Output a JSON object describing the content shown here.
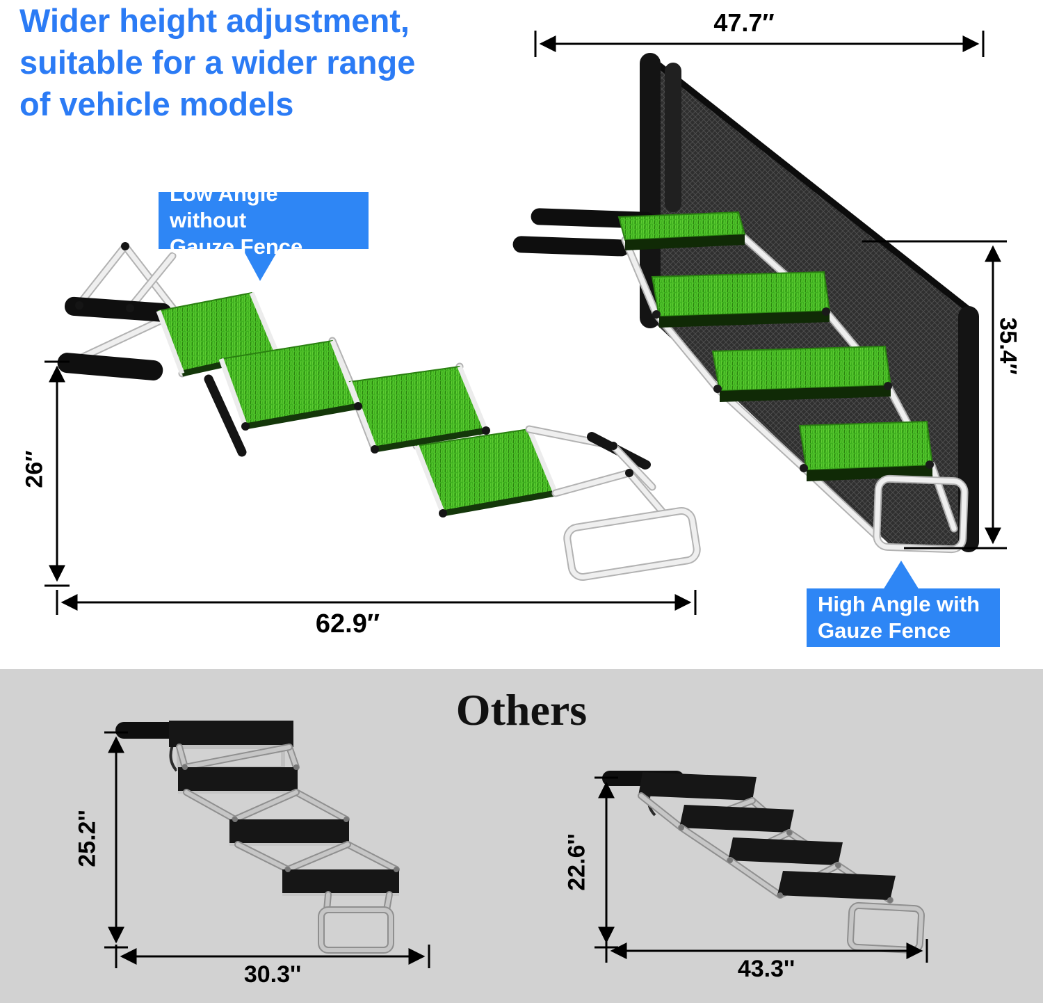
{
  "heading": {
    "text": "Wider height adjustment,\nsuitable for a wider range\nof vehicle models"
  },
  "callouts": {
    "low_angle": "Low Angle without\nGauze Fence",
    "high_angle": "High Angle with\nGauze Fence"
  },
  "dimensions": {
    "top_width": "47.7″",
    "right_height": "35.4″",
    "left_height": "26″",
    "bottom_width": "62.9″",
    "others_left_height": "25.2''",
    "others_left_width": "30.3''",
    "others_right_height": "22.6''",
    "others_right_width": "43.3''"
  },
  "sections": {
    "others_title": "Others"
  },
  "colors": {
    "accent_blue": "#2B7BF5",
    "callout_blue": "#2E86F5",
    "grass_green": "#3CB51E",
    "mesh_black": "#2F2F2F",
    "frame_white": "#EFEFEF",
    "frame_silver": "#C6C6C6",
    "step_black": "#161616",
    "bottom_section_gray": "#D2D2D2"
  }
}
